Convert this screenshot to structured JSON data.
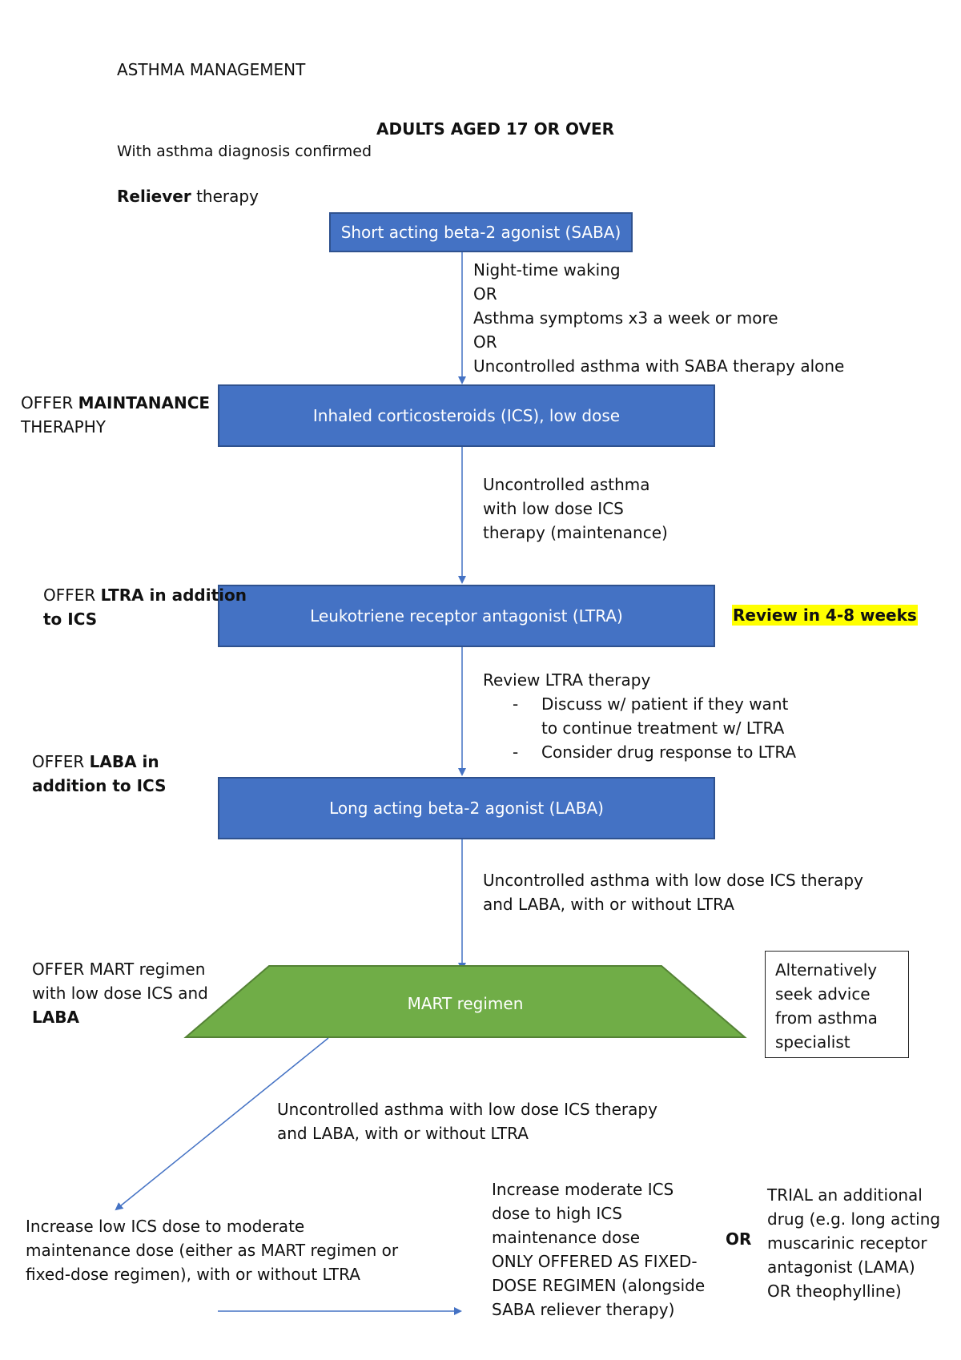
{
  "page_title": "ASTHMA MANAGEMENT",
  "audience_heading": "ADULTS AGED 17 OR OVER",
  "audience_subtitle": "With asthma diagnosis confirmed",
  "reliever_label": {
    "bold": "Reliever",
    "rest": " therapy"
  },
  "steps": {
    "saba": "Short acting beta-2 agonist (SABA)",
    "ics": "Inhaled corticosteroids (ICS), low dose",
    "ltra": "Leukotriene receptor antagonist (LTRA)",
    "laba": "Long acting beta-2 agonist (LABA)",
    "mart": "MART regimen"
  },
  "conditions": {
    "saba_to_ics": [
      "Night-time waking",
      "OR",
      "Asthma symptoms x3 a week or more",
      "OR",
      "Uncontrolled asthma with SABA therapy alone"
    ],
    "ics_to_ltra": [
      "Uncontrolled asthma",
      "with low dose ICS",
      "therapy (maintenance)"
    ],
    "ltra_to_laba_heading": "Review LTRA therapy",
    "ltra_to_laba_points": [
      "Discuss w/ patient if they want",
      "to continue treatment w/ LTRA",
      "Consider drug response to LTRA"
    ],
    "laba_to_mart": [
      "Uncontrolled asthma with low dose ICS therapy",
      "and LABA, with or without LTRA"
    ],
    "mart_to_increase": [
      "Uncontrolled asthma with low dose ICS therapy",
      "and LABA, with or without LTRA"
    ]
  },
  "side_labels": {
    "ics": {
      "pre": "OFFER ",
      "bold": "MAINTANANCE",
      "line2": "THERAPHY"
    },
    "ltra": {
      "pre": "OFFER ",
      "bold": "LTRA in addition",
      "line2": "to ICS"
    },
    "laba": {
      "pre": "OFFER ",
      "bold": "LABA in",
      "line2": "addition to ICS"
    },
    "mart": [
      "OFFER MART regimen",
      "with low dose ICS and",
      "LABA"
    ]
  },
  "review_note": "Review in 4-8 weeks",
  "alternative_note": [
    "Alternatively",
    "seek advice",
    "from asthma",
    "specialist"
  ],
  "final_steps": {
    "moderate": [
      "Increase low ICS dose to moderate",
      "maintenance dose (either as MART regimen or",
      "fixed-dose regimen), with or without LTRA"
    ],
    "high": [
      "Increase moderate ICS",
      "dose to high ICS",
      "maintenance dose",
      "ONLY OFFERED AS FIXED-",
      "DOSE REGIMEN (alongside",
      "SABA reliever therapy)"
    ],
    "or_label": "OR",
    "trial": [
      "TRIAL an additional",
      "drug (e.g. long acting",
      "muscarinic receptor",
      "antagonist (LAMA)",
      "OR theophylline)"
    ]
  },
  "colors": {
    "box_fill": "#4472C4",
    "box_border": "#2F528F",
    "mart_fill": "#70AD47",
    "highlight": "#FFFF00"
  }
}
